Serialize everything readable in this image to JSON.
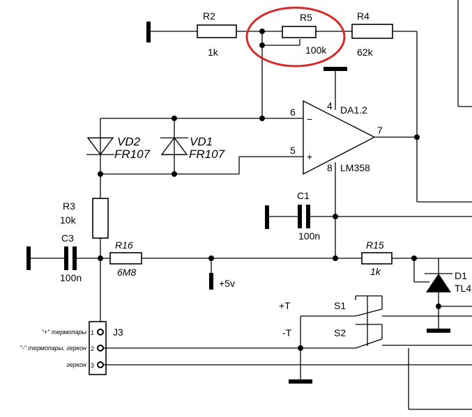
{
  "labels": {
    "r2_ref": "R2",
    "r2_val": "1k",
    "r5_ref": "R5",
    "r5_val": "100k",
    "r4_ref": "R4",
    "r4_val": "62k",
    "da_pin4": "4",
    "da_ref": "DA1.2",
    "da_pin6": "6",
    "da_pin5": "5",
    "da_pin7": "7",
    "da_pin8": "8",
    "da_part": "LM358",
    "vd2_ref": "VD2",
    "vd2_part": "FR107",
    "vd1_ref": "VD1",
    "vd1_part": "FR107",
    "r3_ref": "R3",
    "r3_val": "10k",
    "c3_ref": "C3",
    "c3_val": "100n",
    "r16_ref": "R16",
    "r16_val": "6M8",
    "c1_ref": "C1",
    "c1_val": "100n",
    "r15_ref": "R15",
    "r15_val": "1k",
    "d1_ref": "D1",
    "d1_part": "TL4",
    "vcc_label": "+5v",
    "plus_t": "+T",
    "minus_t": "-T",
    "s1_ref": "S1",
    "s2_ref": "S2",
    "j3_ref": "J3",
    "j3_pin1_label": "\"+\" термопары",
    "j3_pin2_label": "\"-\" термопары, геркон",
    "j3_pin3_label": "геркон",
    "j3_pin1": "1",
    "j3_pin2": "2",
    "j3_pin3": "3",
    "op_minus": "−",
    "op_plus": "+"
  },
  "colors": {
    "highlight": "#d42a2a",
    "ink": "#000000"
  }
}
